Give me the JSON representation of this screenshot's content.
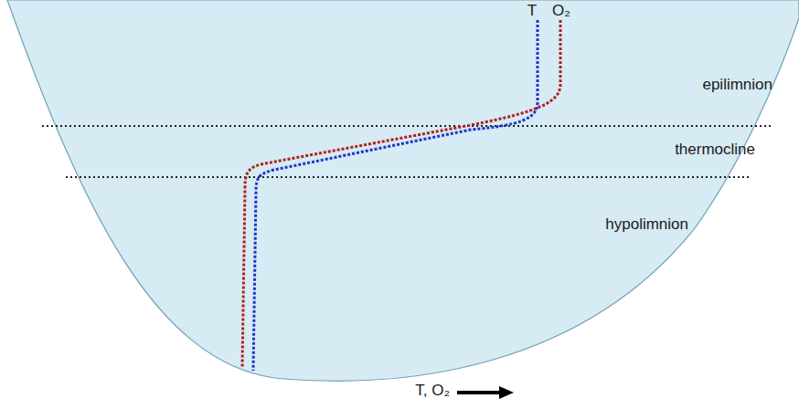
{
  "diagram": {
    "labels": [
      "T",
      "O₂",
      "epilimnion",
      "thermocline",
      "hypolimnion",
      "T, O₂"
    ]
  }
}
